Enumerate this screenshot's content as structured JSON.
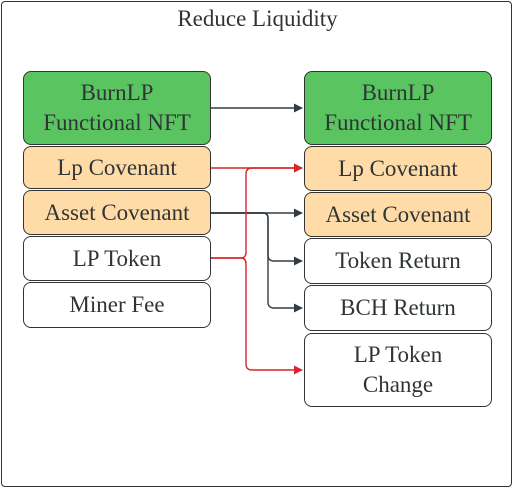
{
  "title": "Reduce Liquidity",
  "inputs": [
    {
      "label": "BurnLP\nFunctional NFT",
      "color": "#5ac560"
    },
    {
      "label": "Lp Covenant",
      "color": "#ffdca7"
    },
    {
      "label": "Asset Covenant",
      "color": "#ffdca7"
    },
    {
      "label": "LP Token",
      "color": "#ffffff"
    },
    {
      "label": "Miner Fee",
      "color": "#ffffff"
    }
  ],
  "outputs": [
    {
      "label": "BurnLP\nFunctional NFT",
      "color": "#5ac560"
    },
    {
      "label": "Lp Covenant",
      "color": "#ffdca7"
    },
    {
      "label": "Asset Covenant",
      "color": "#ffdca7"
    },
    {
      "label": "Token Return",
      "color": "#ffffff"
    },
    {
      "label": "BCH Return",
      "color": "#ffffff"
    },
    {
      "label": "LP Token\nChange",
      "color": "#ffffff"
    }
  ],
  "connector_colors": {
    "dark": "#333b45",
    "red": "#d9252a"
  }
}
